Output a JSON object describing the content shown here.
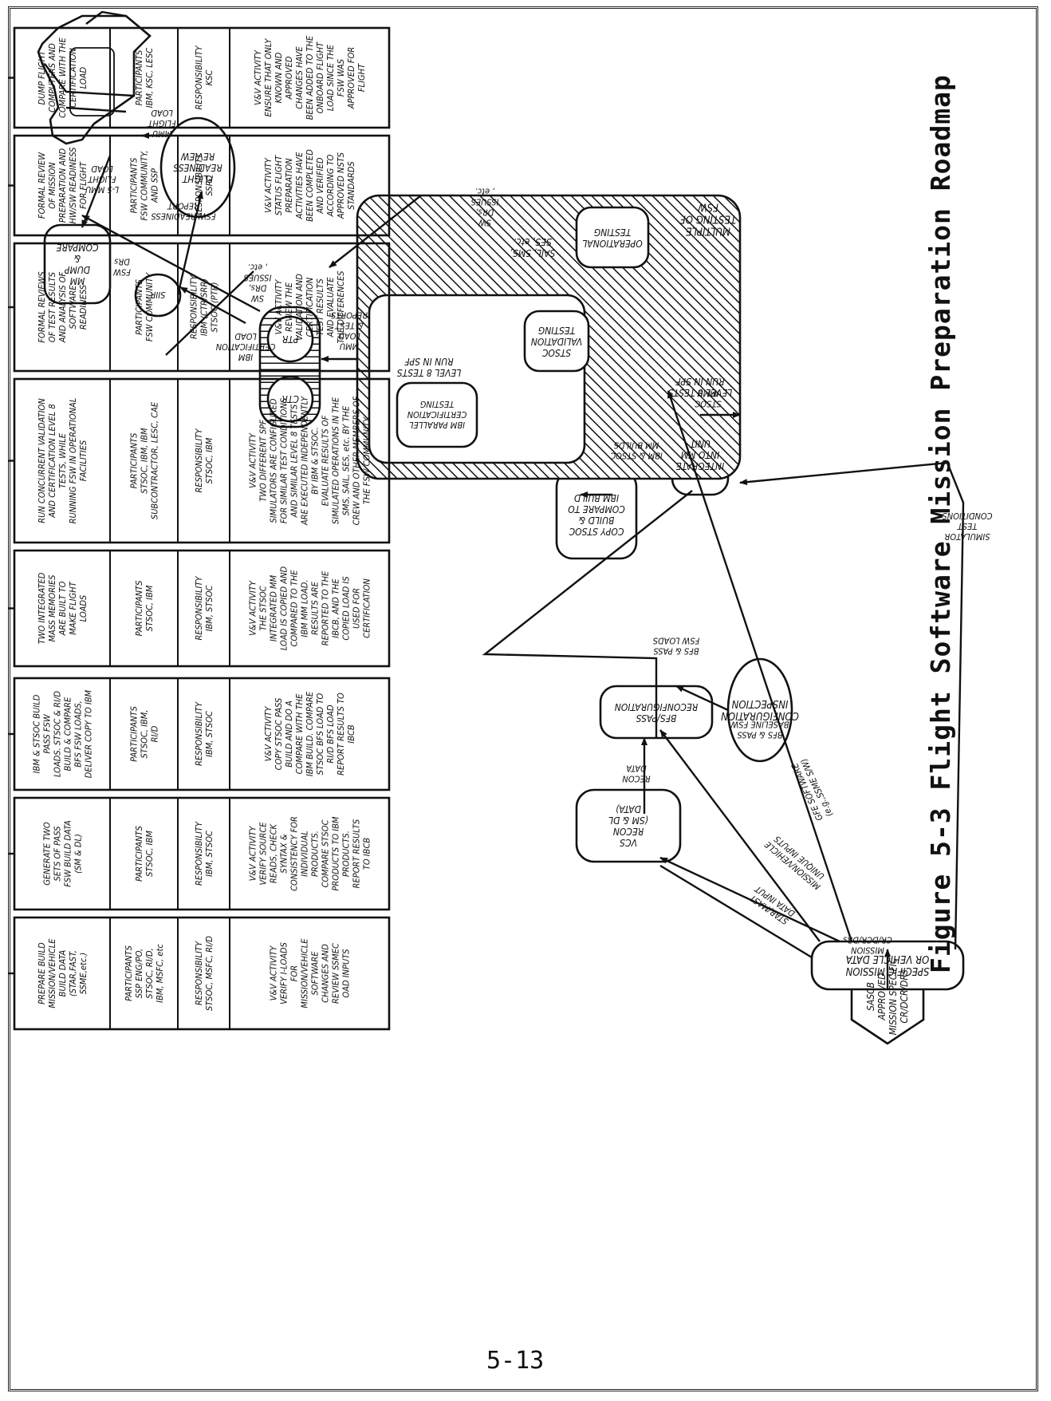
{
  "figure": {
    "caption": "Figure 5-3  Flight Software Mission Preparation Roadmap",
    "page_number": "5-13"
  },
  "flow": {
    "sascb": [
      "SASCB",
      "APPROVED",
      "MISSION SPECIFIC",
      "CR/DCR/DRs"
    ],
    "mission_crs_label": [
      "MISSION",
      "CR/DCR/DRs"
    ],
    "specific_mission": [
      "SPECIFIC MISSION",
      "OR VEHICLE DATA"
    ],
    "gfe_software": [
      "GFE SOFTWARE",
      "(e.g.,SSME S/W)"
    ],
    "mission_vehicle_inputs": [
      "MISSION/VEHICLE",
      "UNIQUE INPUTS"
    ],
    "star_mast": [
      "STAR/MAST",
      "DATA INPUT"
    ],
    "vcs_recon": [
      "VCS",
      "RECON",
      "(SM & DL",
      "DATA)"
    ],
    "recon_data": [
      "RECON",
      "DATA"
    ],
    "configuration_inspection": [
      "CONFIGURATION",
      "INSPECTION"
    ],
    "bfs_pass_baseline": [
      "BFS & PASS",
      "BASELINE FSW"
    ],
    "bfs_pass_reconfiguration": [
      "BFS/PASS",
      "RECONFIGURATION"
    ],
    "bfs_pass_fsw_loads": [
      "BFS & PASS",
      "FSW LOADS"
    ],
    "simulator_test_conditions": [
      "SIMULATOR",
      "TEST",
      "CONDITIONS"
    ],
    "integrate_mm": [
      "INTEGRATE",
      "INTO MM",
      "UNIT"
    ],
    "ibm_stsoc_mm_builds": [
      "IBM & STSOC",
      "MM BUILDS"
    ],
    "copy_stsoc_build": [
      "COPY STSOC",
      "BUILD &",
      "COMPARE TO",
      "IBM BUILD"
    ],
    "stsoc_immu": [
      "STSOC",
      "IMMU"
    ],
    "multiple_testing": [
      "MULTIPLE",
      "TESTING OF",
      "FSW"
    ],
    "operational_testing": [
      "OPERATIONAL",
      "TESTING"
    ],
    "operational_facilities": [
      "SAIL, SMS,",
      "SES, etc."
    ],
    "stsoc_validation": [
      "STSOC",
      "VALIDATION",
      "TESTING"
    ],
    "level8_spf_a": [
      "LEVEL 8 TESTS",
      "RUN IN SPF"
    ],
    "ibm_parallel_cert": [
      "IBM PARALLEL",
      "CERTIFICATION",
      "TESTING"
    ],
    "level8_spf_b": [
      "LEVEL 8 TESTS",
      "RUN IN SPF"
    ],
    "mmu_load_test_reports": [
      "MMU",
      "LOAD",
      "& TEST",
      "REPORTS"
    ],
    "ptr": "PTR",
    "ctr": "CTR",
    "sw_drs_issues_a": [
      "SW",
      "DRs,",
      "ISSUES",
      ", etc."
    ],
    "sw_drs_issues_b": [
      "SW",
      "DRs,",
      "ISSUES",
      ", etc."
    ],
    "ibm_certification_load": [
      "IBM",
      "CERTIFICATION",
      "LOAD"
    ],
    "siir": "SIIR",
    "fsw_drs": [
      "FSW",
      "DRs"
    ],
    "fsw_readiness_report": [
      "FSW READINESS",
      "REPORT"
    ],
    "flight_readiness_review": [
      "FLIGHT",
      "READINESS",
      "REVIEW"
    ],
    "mmu_flight_load": [
      "MMU",
      "FLIGHT",
      "LOAD"
    ],
    "l5_mmu_flight_load": [
      "L-5 MMU",
      "FLIGHT",
      "LOAD"
    ],
    "mm_dump_compare": [
      "MM",
      "DUMP",
      "&",
      "COMPARE"
    ]
  },
  "columns": [
    {
      "description": [
        "PREPARE BUILD",
        "MISSION/VEHICLE",
        "BUILD DATA",
        "(STAR,FAST,",
        "SSME,etc.)"
      ],
      "participants": [
        "SSP ENG/PO,",
        "STSOC, RI/D,",
        "IBM, MSFC, etc"
      ],
      "responsibility": [
        "STSOC, MSFC, RI/D"
      ],
      "activity": [
        "VERIFY I-LOADS",
        "FOR",
        "MISSION/VEHICLE",
        "SOFTWARE",
        "CHANGES AND",
        "REVIEW SSMEC",
        "OAD INPUTS"
      ]
    },
    {
      "description": [
        "GENERATE TWO",
        "SETS OF PASS",
        "FSW BUILD DATA",
        "(SM & DL)"
      ],
      "participants": [
        "STSOC, IBM"
      ],
      "responsibility": [
        "IBM, STSOC"
      ],
      "activity": [
        "VERIFY SOURCE",
        "READS, CHECK",
        "SYNTAX &",
        "CONSISTENCY FOR",
        "INDIVIDUAL",
        "PRODUCTS.",
        "COMPARE STSOC",
        "PRODUCTS TO IBM",
        "PRODUCTS.",
        "REPORT RESULTS",
        "TO IBCB"
      ]
    },
    {
      "description": [
        "IBM & STSOC BUILD",
        "PASS FSW",
        "LOADS. STSOC & RI/D",
        "BUILD & COMPARE",
        "BFS FSW LOADS,",
        "DELIVER COPY TO IBM"
      ],
      "participants": [
        "STSOC, IBM,",
        "RI/D"
      ],
      "responsibility": [
        "IBM, STSOC"
      ],
      "activity": [
        "COPY STSOC PASS",
        "BUILD AND DO A",
        "COMPARE WITH THE",
        "IBM BUILD. COMPARE",
        "STSOC BFS LOAD TO",
        "RI/D BFS LOAD",
        "REPORT RESULTS TO",
        "IBCB"
      ]
    },
    {
      "description": [
        "TWO INTEGRATED",
        "MASS MEMORIES",
        "ARE BUILT TO",
        "MAKE FLIGHT",
        "LOADS"
      ],
      "participants": [
        "STSOC, IBM"
      ],
      "responsibility": [
        "IBM, STSOC"
      ],
      "activity": [
        "THE STSOC",
        "INTEGRATED MM",
        "LOAD IS COPIED AND",
        "COMPARED TO THE",
        "IBM MM LOAD.",
        "RESULTS ARE",
        "REPORTED TO THE",
        "IBCB, AND THE",
        "COPIED LOAD IS",
        "USED FOR",
        "CERTIFICATION"
      ]
    },
    {
      "description": [
        "RUN CONCURRENT VALIDATION",
        "AND CERTIFICATION LEVEL 8",
        "TESTS, WHILE",
        "RUNNING FSW IN OPERATIONAL",
        "FACILITIES"
      ],
      "participants": [
        "STSOC, IBM, IBM",
        "SUBCONTRACTOR, LESC, CAE"
      ],
      "responsibility": [
        "STSOC, IBM"
      ],
      "activity": [
        "TWO DIFFERENT SPF",
        "SIMULATORS ARE CONFIGURED",
        "FOR SIMILAR TEST CONDITIONS",
        "AND SIMILAR LEVEL 8 TESTS",
        "ARE EXECUTED INDEPENDENTLY",
        "BY IBM & STSOC.",
        "EVALUATE RESULTS OF",
        "SIMULATED OPERATIONS IN THE",
        "SMS, SAIL, SES, etc. BY THE",
        "CREW AND OTHER MEMBERS OF",
        "THE FSW COMMUNITY"
      ]
    },
    {
      "description": [
        "FORMAL REVIEWS",
        "OF TEST RESULTS",
        "AND ANALYSIS OF",
        "SOFTWARE",
        "READINESS"
      ],
      "participants": [
        "FSW COMMUNITY"
      ],
      "responsibility": [
        "IBM (CTR/SRR)",
        "STSOC (PTR)"
      ],
      "activity": [
        "REVIEW THE",
        "VALIDATION AND",
        "CERTIFICATION",
        "TEST RESULTS",
        "AND EVALUATE",
        "THE DIFFERENCES"
      ]
    },
    {
      "description": [
        "FORMAL REVIEW",
        "OF MISSION",
        "PREPARATION AND",
        "HW/SW READINESS",
        "FOR FLIGHT"
      ],
      "participants": [
        "FSW COMMUNITY,",
        "AND SSP"
      ],
      "responsibility": [
        "SSPO"
      ],
      "activity": [
        "STATUS FLIGHT",
        "PREPARATION",
        "ACTIVITIES HAVE",
        "BEEN COMPLETED",
        "AND VERIFIED",
        "ACCORDING TO",
        "APPROVED NSTS",
        "STANDARDS"
      ]
    },
    {
      "description": [
        "DUMP FLIGHT",
        "COMPUTERS AND",
        "COMPARE WITH THE",
        "CERTIFICATION",
        "LOAD"
      ],
      "participants": [
        "IBM, KSC, LESC"
      ],
      "responsibility": [
        "KSC"
      ],
      "activity": [
        "ENSURE THAT ONLY",
        "KNOWN AND",
        "APPROVED",
        "CHANGES HAVE",
        "BEEN ADDED TO THE",
        "ONBOARD FLIGHT",
        "LOAD SINCE THE",
        "FSW WAS",
        "APPROVED FOR",
        "FLIGHT"
      ]
    }
  ],
  "column_headings": {
    "participants": "PARTICIPANTS",
    "responsibility": "RESPONSIBILITY",
    "activity": "V&V ACTIVITY"
  }
}
